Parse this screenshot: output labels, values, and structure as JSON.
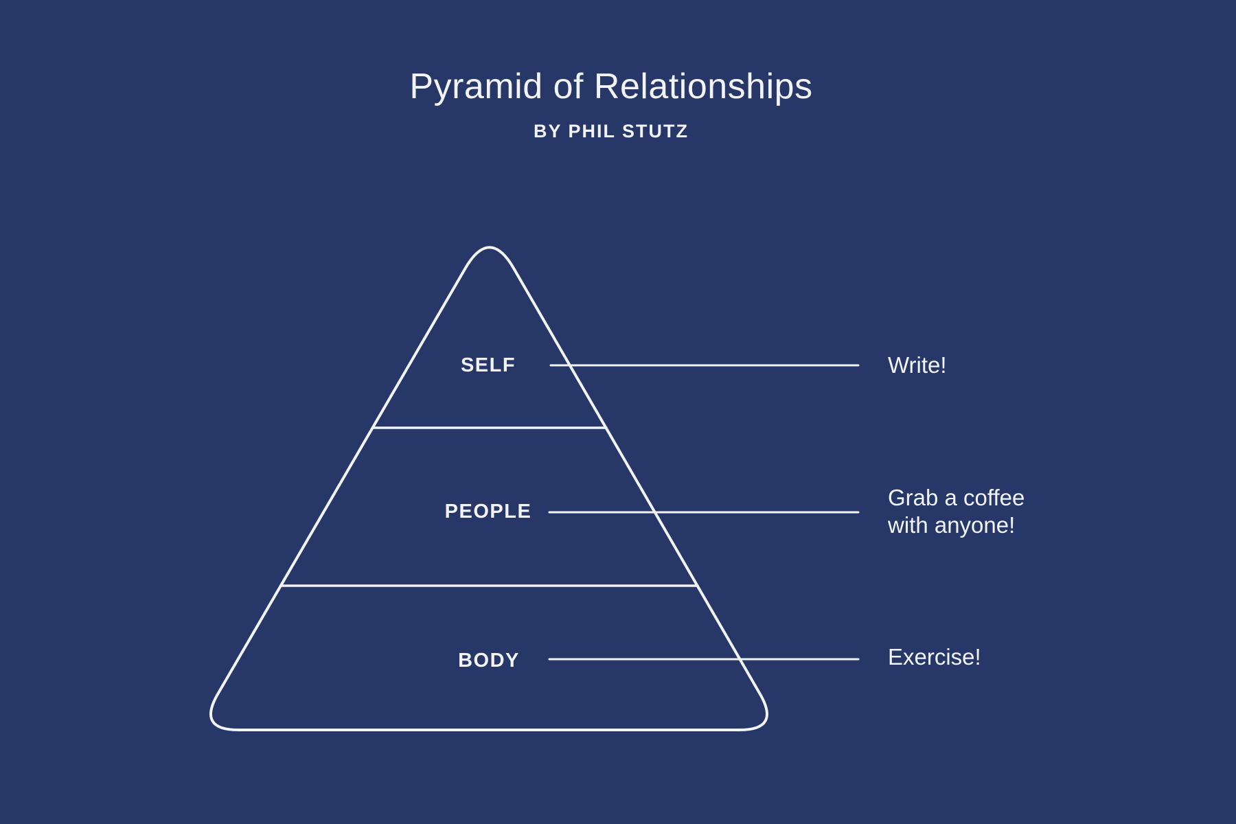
{
  "page": {
    "title": "Pyramid of Relationships",
    "subtitle": "BY PHIL STUTZ"
  },
  "pyramid": {
    "levels": [
      {
        "label": "SELF",
        "annotation": "Write!"
      },
      {
        "label": "PEOPLE",
        "annotation": "Grab a coffee\nwith anyone!"
      },
      {
        "label": "BODY",
        "annotation": "Exercise!"
      }
    ]
  },
  "colors": {
    "background": "#273768",
    "line": "#f2f4f8",
    "text": "#f2f4f8"
  }
}
